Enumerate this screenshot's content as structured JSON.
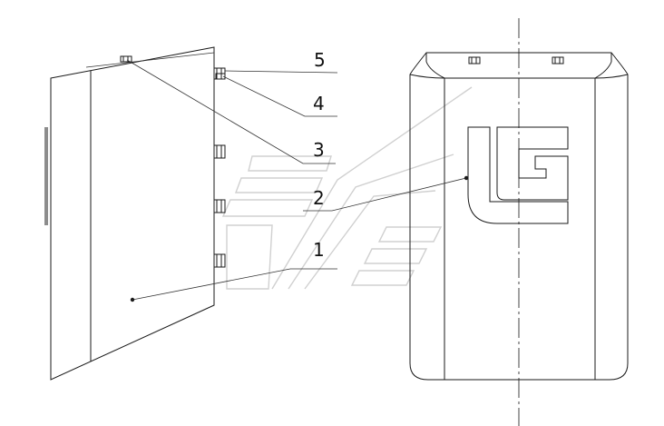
{
  "callouts": [
    {
      "id": "5",
      "label": "5"
    },
    {
      "id": "4",
      "label": "4"
    },
    {
      "id": "3",
      "label": "3"
    },
    {
      "id": "2",
      "label": "2"
    },
    {
      "id": "1",
      "label": "1"
    }
  ],
  "logo_text": "LG",
  "colors": {
    "line": "#1a1a1a",
    "watermark": "#d0d0d0",
    "background": "#ffffff"
  }
}
